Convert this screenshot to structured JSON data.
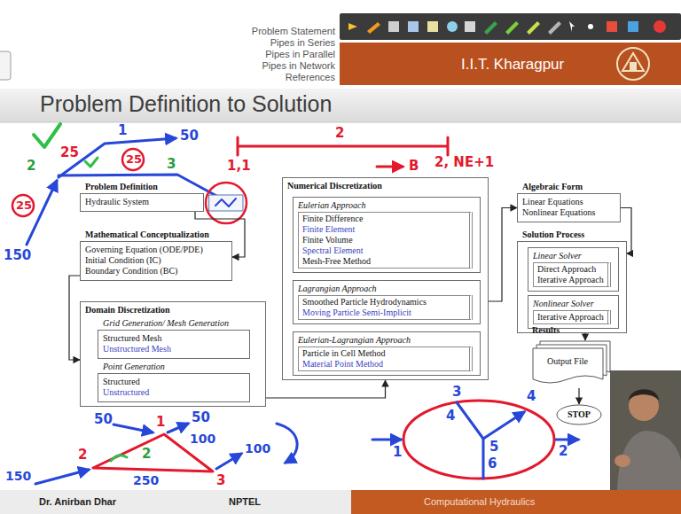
{
  "diagram": {
    "title": "Problem Definition to Solution",
    "nodes": [
      {
        "text": [
          "Problem Definition",
          "Hydraulic System"
        ]
      },
      {
        "text": [
          "Mathematical Conceptualization",
          "Governing Equation (ODE/PDE)",
          "Initial Condition (IC)",
          "Boundary Condition (BC)"
        ]
      },
      {
        "text": [
          "Domain Discretization"
        ]
      },
      {
        "text": [
          "Grid Generation/ Mesh Generation",
          "Structured Mesh",
          "Unstructured Mesh"
        ],
        "in": 2
      },
      {
        "text": [
          "Point Generation",
          "Structured",
          "Unstructured"
        ],
        "in": 2
      },
      {
        "text": [
          "Numerical Discretization"
        ]
      },
      {
        "text": [
          "Eulerian Approach",
          "Finite Difference",
          "Finite Element",
          "Finite Volume",
          "Spectral Element",
          "Mesh-Free Method"
        ],
        "in": 5
      },
      {
        "text": [
          "Lagrangian Approach",
          "Smoothed Particle Hydrodynamics",
          "Moving Particle Semi-Implicit"
        ],
        "in": 5
      },
      {
        "text": [
          "Eulerian-Lagrangian Approach",
          "Particle in Cell Method",
          "Material Point Method"
        ],
        "in": 5
      },
      {
        "text": [
          "Algebraic Form",
          "Linear Equations",
          "Nonlinear Equations"
        ]
      },
      {
        "text": [
          "Solution Process"
        ]
      },
      {
        "text": [
          "Linear Solver",
          "Direct Approach",
          "Iterative Approach"
        ],
        "in": 10
      },
      {
        "text": [
          "Nonlinear Solver",
          "Iterative Approach"
        ],
        "in": 10
      },
      {
        "text": [
          "Results",
          "Output File"
        ]
      },
      {
        "text": [
          "STOP"
        ]
      }
    ],
    "edges": [
      {
        "from": 0,
        "to": 1,
        "arrow": "to"
      },
      {
        "from": 1,
        "to": 2,
        "arrow": "to"
      },
      {
        "from": 2,
        "to": 5,
        "arrow": "to"
      },
      {
        "from": 5,
        "to": 9,
        "arrow": "to"
      },
      {
        "from": 9,
        "to": 10,
        "arrow": "to"
      },
      {
        "from": 10,
        "to": 13,
        "arrow": "to"
      },
      {
        "from": 13,
        "to": 14,
        "arrow": "to"
      }
    ],
    "labels": [
      "Problem Statement",
      "Pipes in Series",
      "Pipes in Parallel",
      "Pipes in Network",
      "References",
      "I.I.T. Kharagpur",
      "Dr. Anirban Dhar",
      "NPTEL",
      "Computational Hydraulics",
      "1",
      "50",
      "25",
      "25",
      "2",
      "3",
      "25",
      "150",
      "1,1",
      "2",
      "B",
      "2, NE+1",
      "50",
      "1",
      "50",
      "2",
      "100",
      "100",
      "150",
      "2",
      "250",
      "3",
      "3",
      "4",
      "4",
      "5",
      "1",
      "6",
      "2"
    ]
  }
}
